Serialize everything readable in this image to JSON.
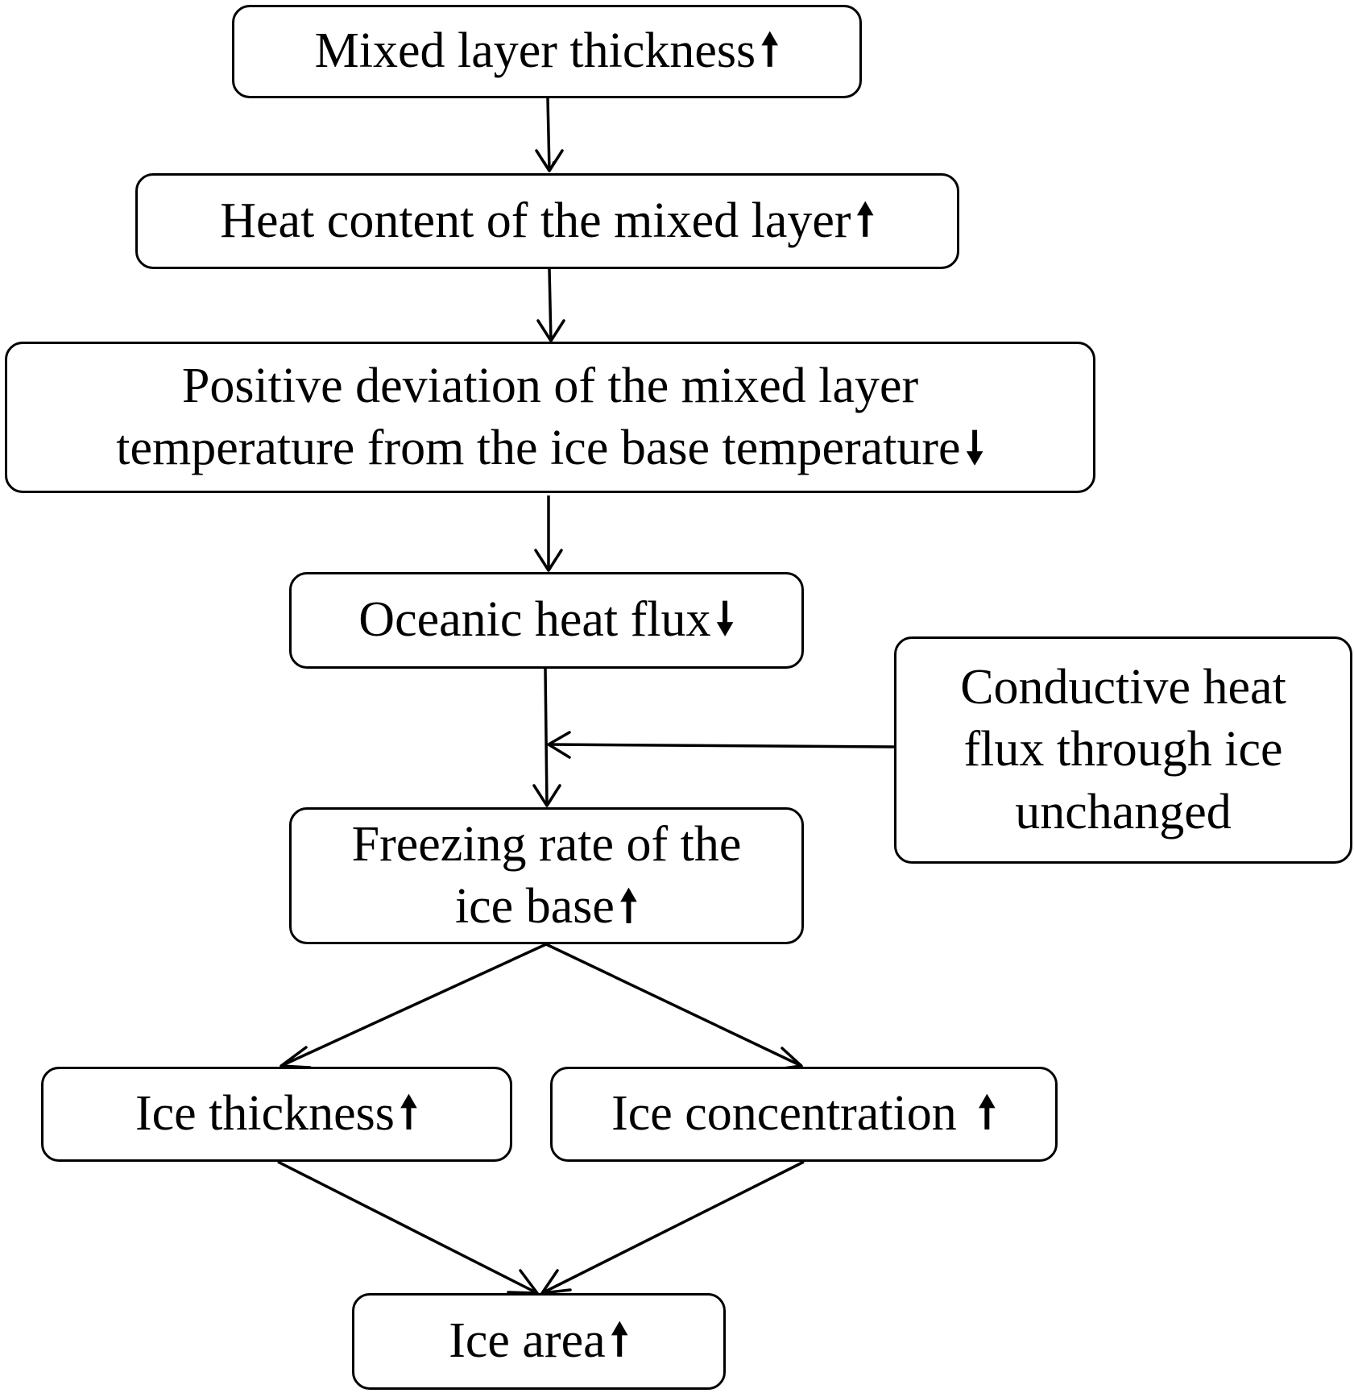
{
  "nodes": {
    "mixed_layer_thickness": {
      "label": "Mixed layer thickness",
      "arrow": "🠕"
    },
    "heat_content": {
      "label": "Heat content of the mixed layer",
      "arrow": "🠕"
    },
    "positive_deviation": {
      "line1": "Positive deviation of the mixed layer",
      "line2": "temperature from the ice base temperature",
      "arrow": "🠗"
    },
    "oceanic_heat_flux": {
      "label": "Oceanic heat flux",
      "arrow": "🠗"
    },
    "conductive_heat_flux": {
      "line1": "Conductive heat",
      "line2": "flux through ice",
      "line3": "unchanged"
    },
    "freezing_rate": {
      "line1": "Freezing rate of the",
      "line2": "ice base",
      "arrow": "🠕"
    },
    "ice_thickness": {
      "label": "Ice thickness",
      "arrow": "🠕"
    },
    "ice_concentration": {
      "label": "Ice concentration",
      "arrow": "🠕"
    },
    "ice_area": {
      "label": "Ice area",
      "arrow": "🠕"
    }
  }
}
